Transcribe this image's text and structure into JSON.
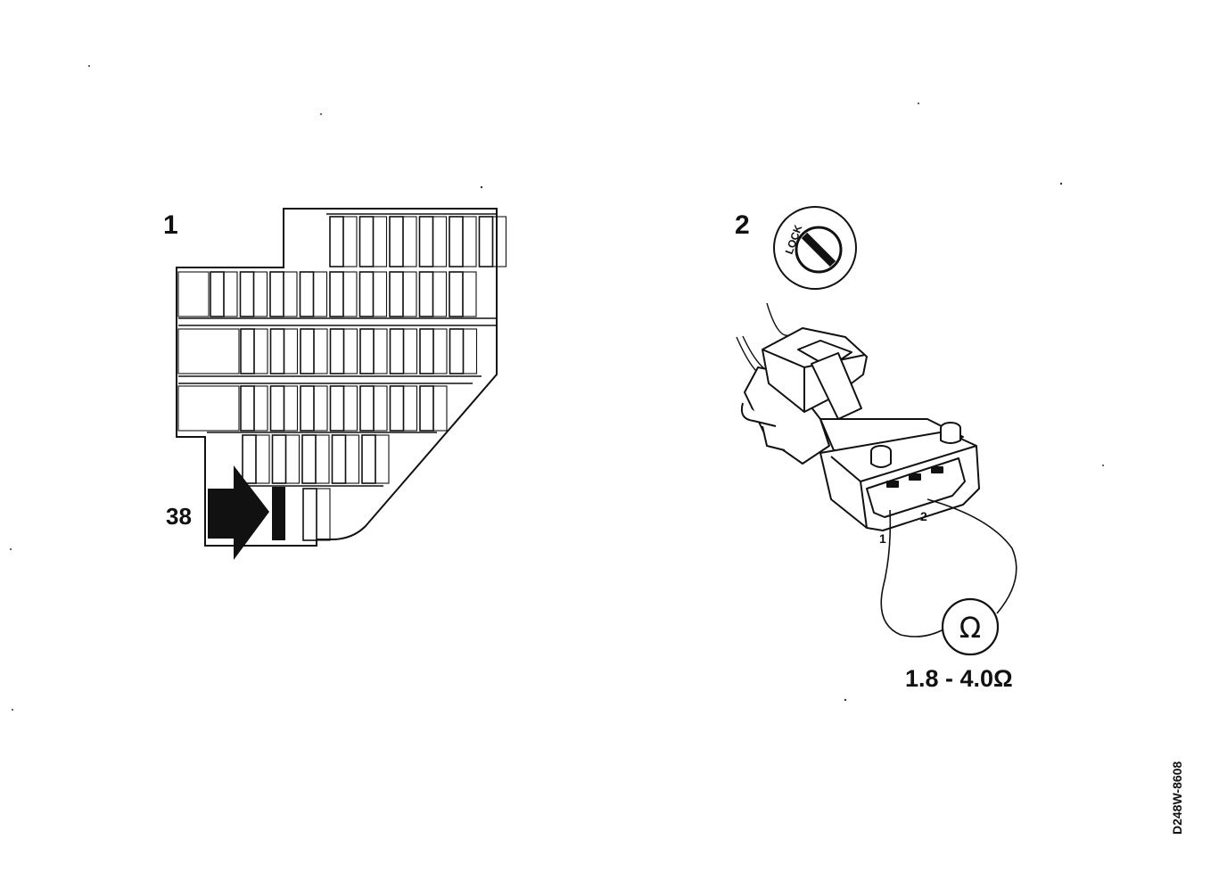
{
  "figure": {
    "step1_label": "1",
    "step2_label": "2",
    "fuse_callout": "38",
    "lock_text": "LOCK",
    "ohm_symbol": "Ω",
    "pin_1": "1",
    "pin_2": "2",
    "resistance_spec": "1.8 - 4.0Ω",
    "document_id": "D248W-8608"
  }
}
